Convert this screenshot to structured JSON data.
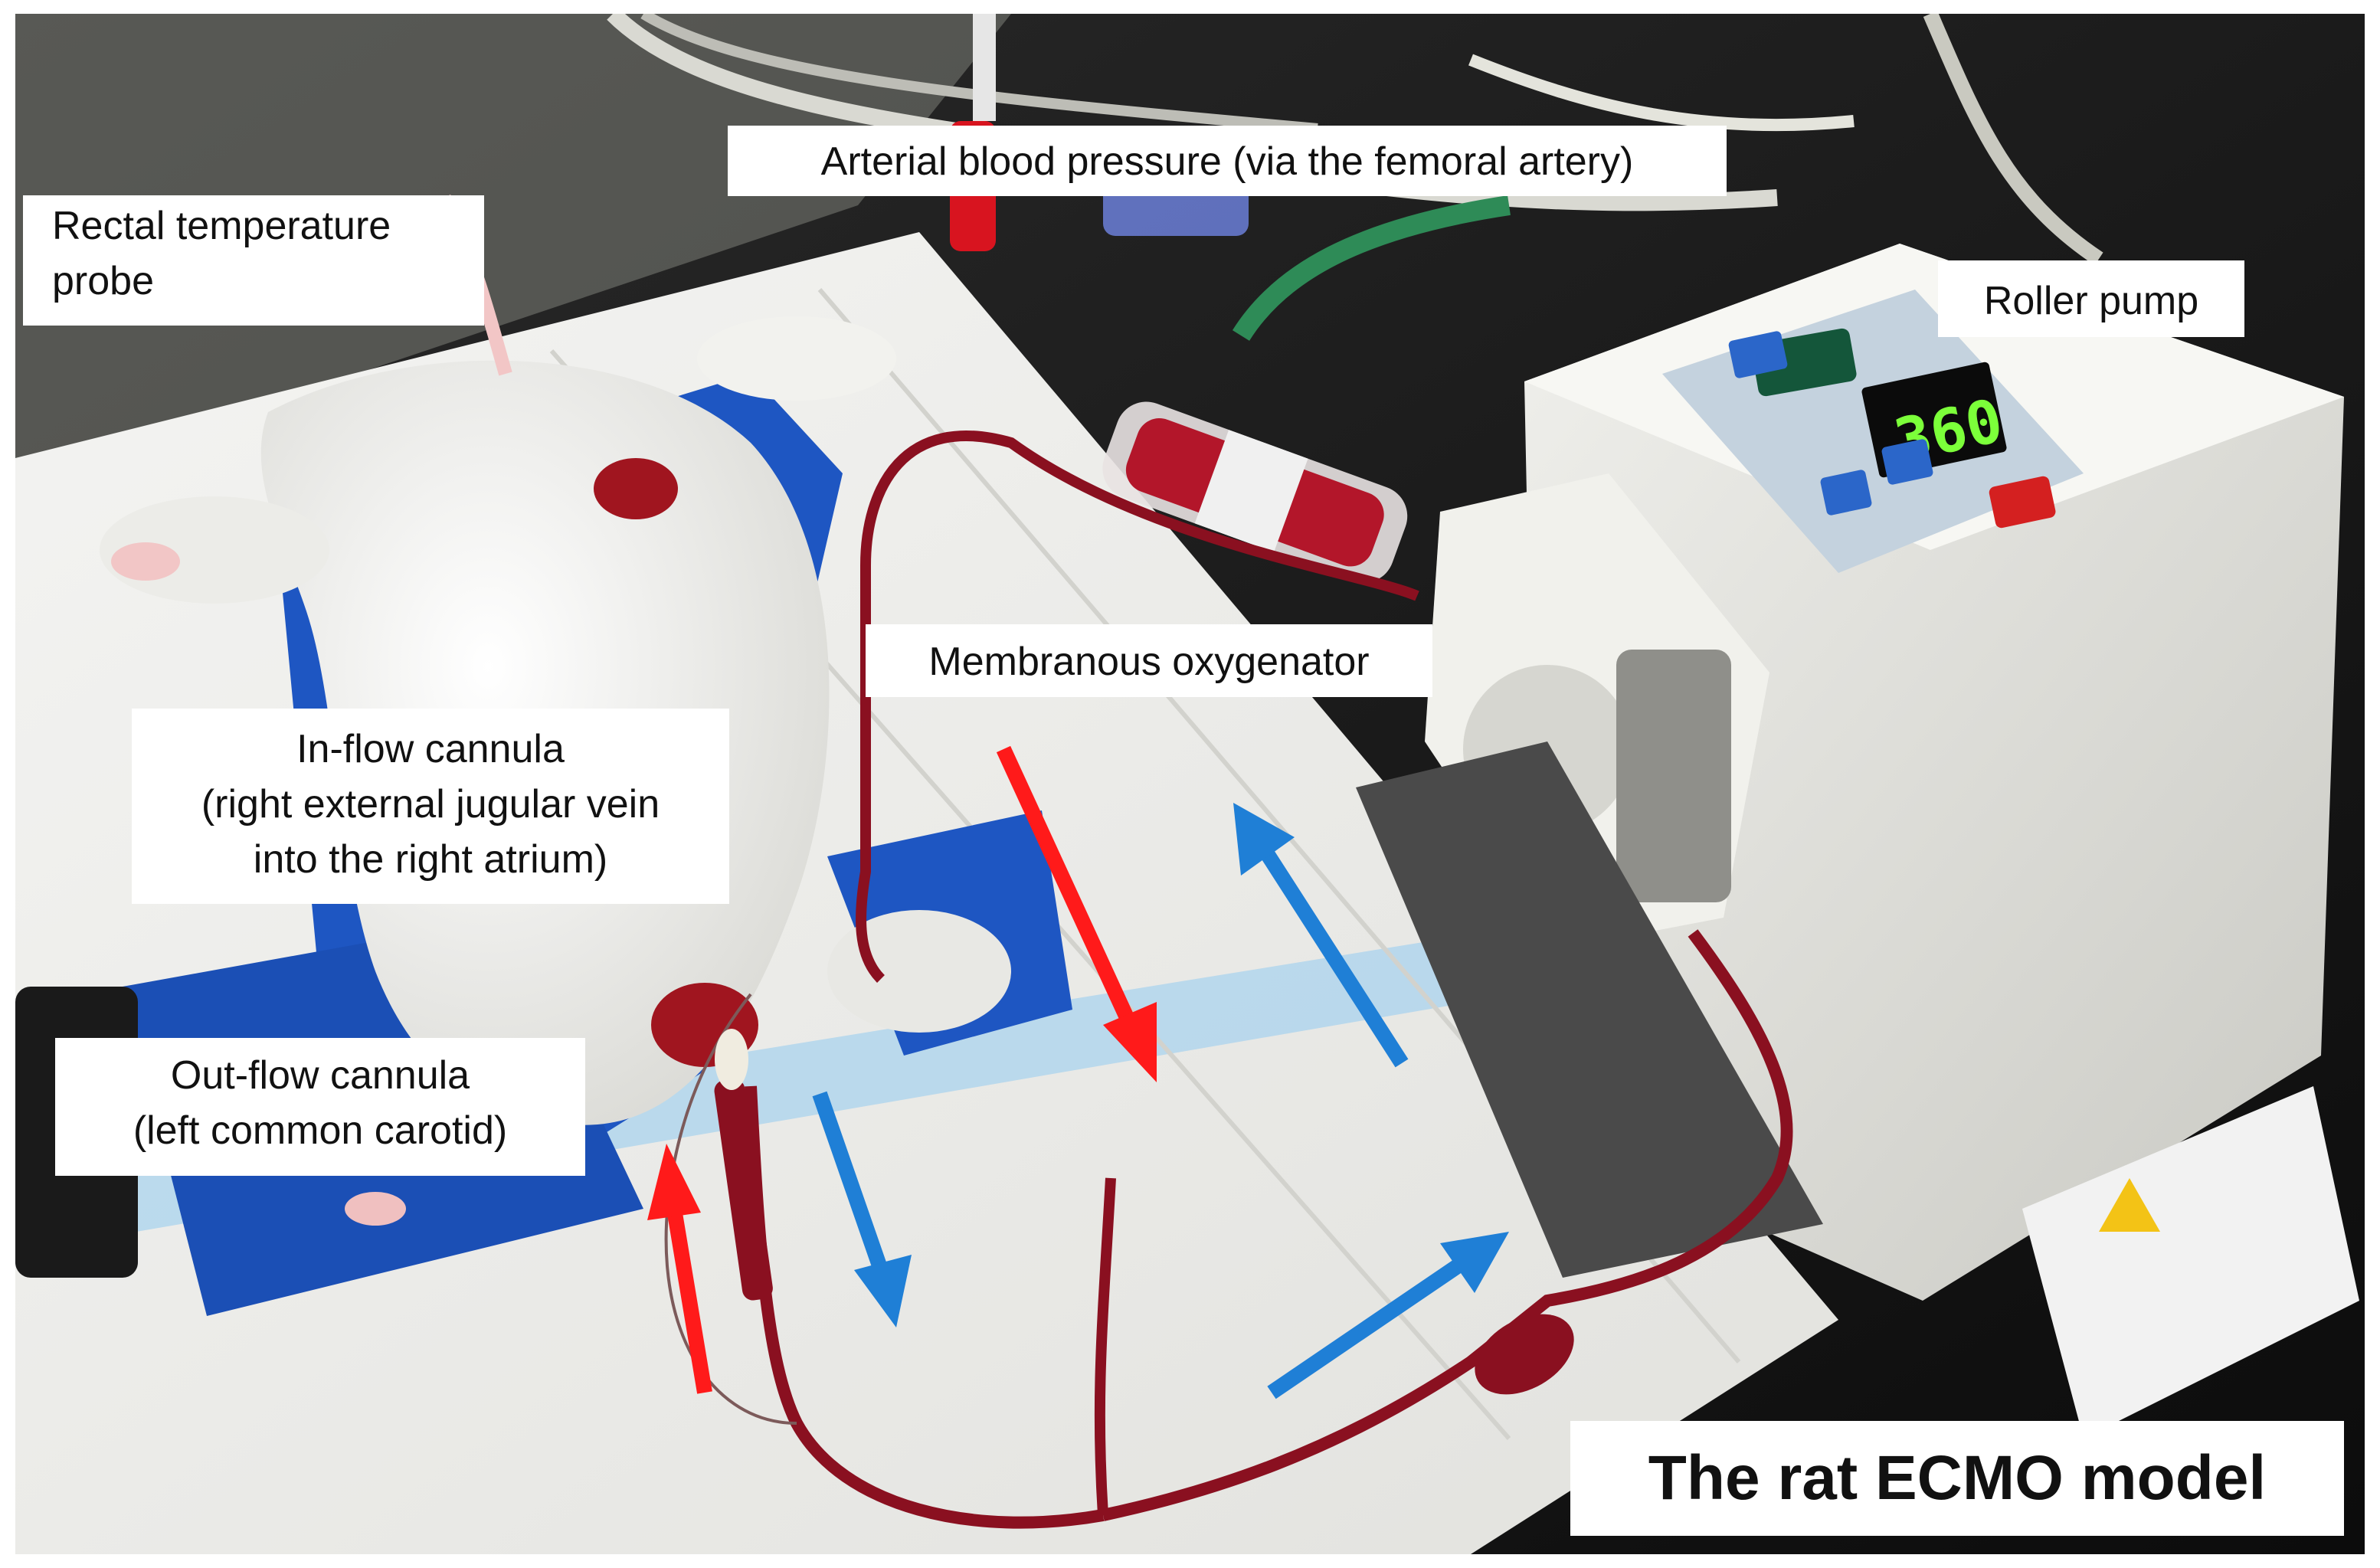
{
  "labels": {
    "rectal_probe": [
      "Rectal temperature",
      "probe"
    ],
    "arterial_bp": [
      "Arterial blood pressure (via the femoral artery)"
    ],
    "roller_pump": [
      "Roller pump"
    ],
    "oxygenator": [
      "Membranous oxygenator"
    ],
    "inflow": [
      "In-flow cannula",
      "(right external jugular vein",
      "into the right atrium)"
    ],
    "outflow": [
      "Out-flow cannula",
      "(left common carotid)"
    ],
    "title": "The rat ECMO model"
  },
  "pump_display": "360",
  "colors": {
    "arrow_arterial": "#ff1a1a",
    "arrow_venous": "#1f7fd6",
    "blood": "#8a1020",
    "drape_blue": "#1e56c2"
  }
}
